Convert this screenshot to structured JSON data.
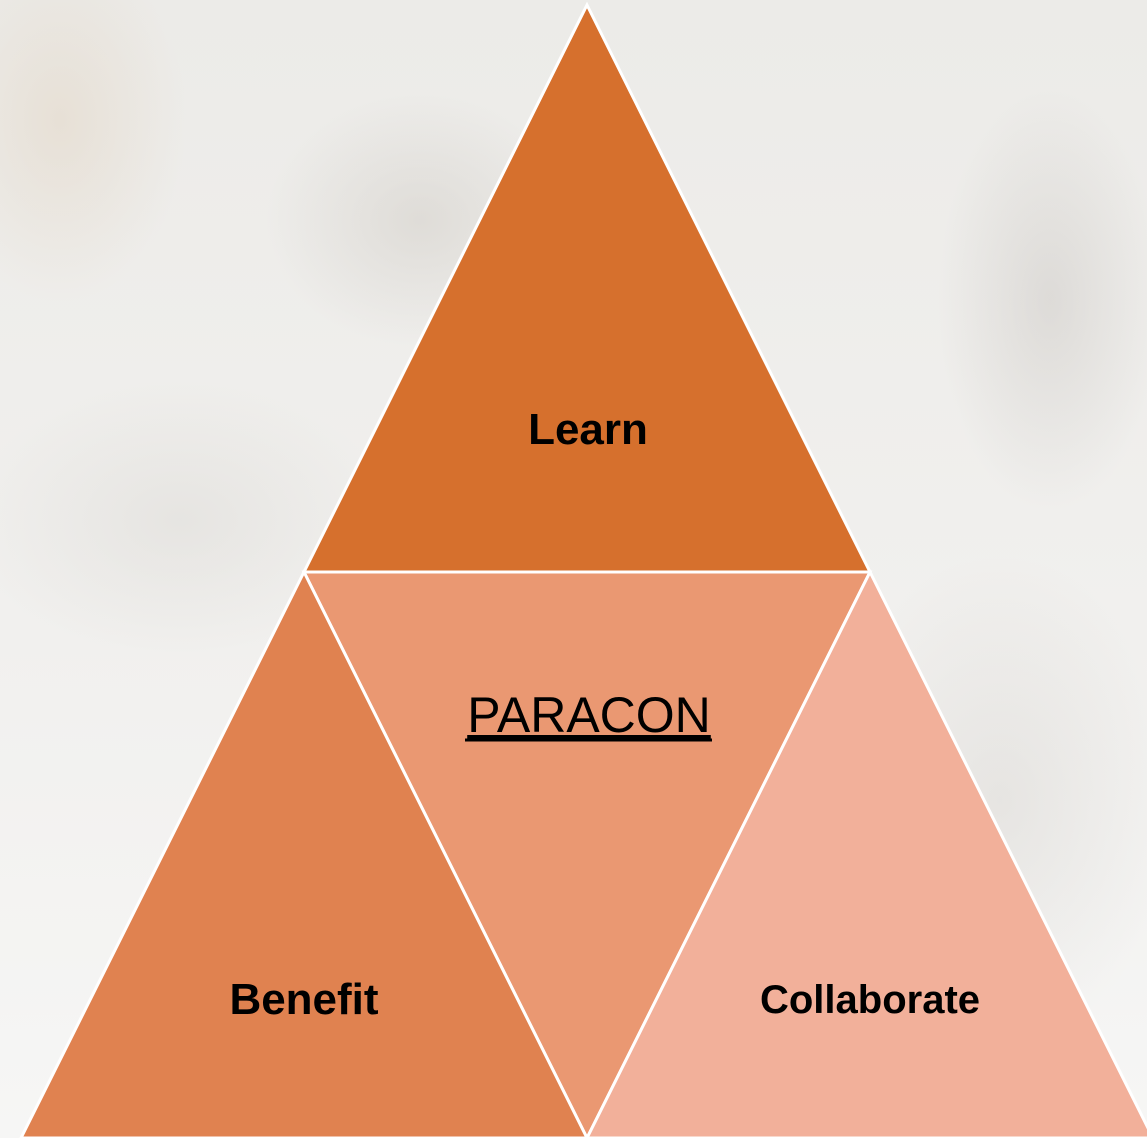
{
  "diagram": {
    "top": {
      "label": "Learn",
      "color": "#d6702d"
    },
    "center": {
      "label": "PARACON",
      "color": "#ea9872"
    },
    "left": {
      "label": "Benefit",
      "color": "#e08250"
    },
    "right": {
      "label": "Collaborate",
      "color": "#f2b09a"
    },
    "outline_color": "#ffffff"
  }
}
